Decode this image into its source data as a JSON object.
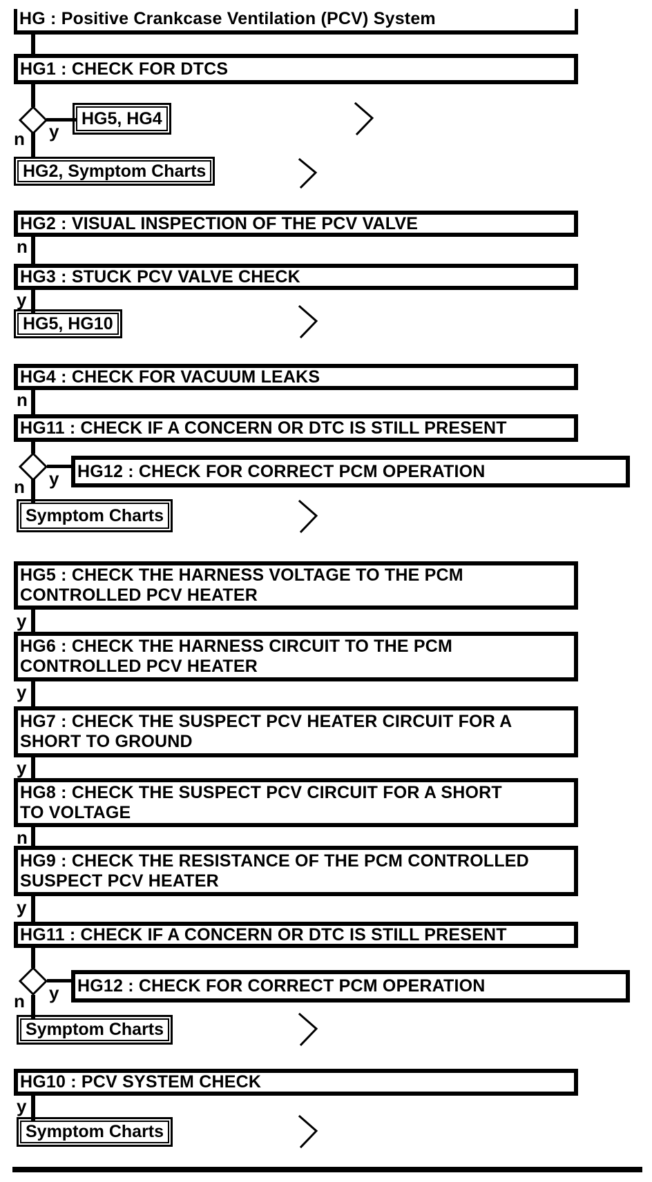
{
  "diagram": {
    "title": "HG : Positive Crankcase Ventilation (PCV) System",
    "labels": {
      "yes": "y",
      "no": "n"
    },
    "boxes": {
      "hg1": "HG1 : CHECK FOR DTCS",
      "hg5_hg4": "HG5, HG4",
      "hg2_symptom": "HG2, Symptom Charts",
      "hg2": "HG2 : VISUAL INSPECTION OF THE PCV VALVE",
      "hg3": "HG3 : STUCK PCV VALVE CHECK",
      "hg5_hg10": "HG5, HG10",
      "hg4": "HG4 : CHECK FOR VACUUM LEAKS",
      "hg11_a": "HG11 : CHECK IF A CONCERN OR DTC IS STILL PRESENT",
      "hg12_a": "HG12 : CHECK FOR CORRECT PCM OPERATION",
      "symptom_a": "Symptom Charts",
      "hg5": "HG5 : CHECK THE HARNESS VOLTAGE TO THE PCM\nCONTROLLED PCV HEATER",
      "hg6": "HG6 : CHECK THE HARNESS CIRCUIT TO THE PCM\nCONTROLLED PCV HEATER",
      "hg7": "HG7 : CHECK THE SUSPECT PCV HEATER CIRCUIT FOR A\nSHORT TO GROUND",
      "hg8": "HG8 : CHECK THE SUSPECT PCV CIRCUIT FOR A SHORT\nTO VOLTAGE",
      "hg9": "HG9 : CHECK THE RESISTANCE OF THE PCM CONTROLLED\nSUSPECT PCV HEATER",
      "hg11_b": "HG11 : CHECK IF A CONCERN OR DTC IS STILL PRESENT",
      "hg12_b": "HG12 : CHECK FOR CORRECT PCM OPERATION",
      "symptom_b": "Symptom Charts",
      "hg10": "HG10 : PCV SYSTEM CHECK",
      "symptom_c": "Symptom Charts"
    }
  }
}
